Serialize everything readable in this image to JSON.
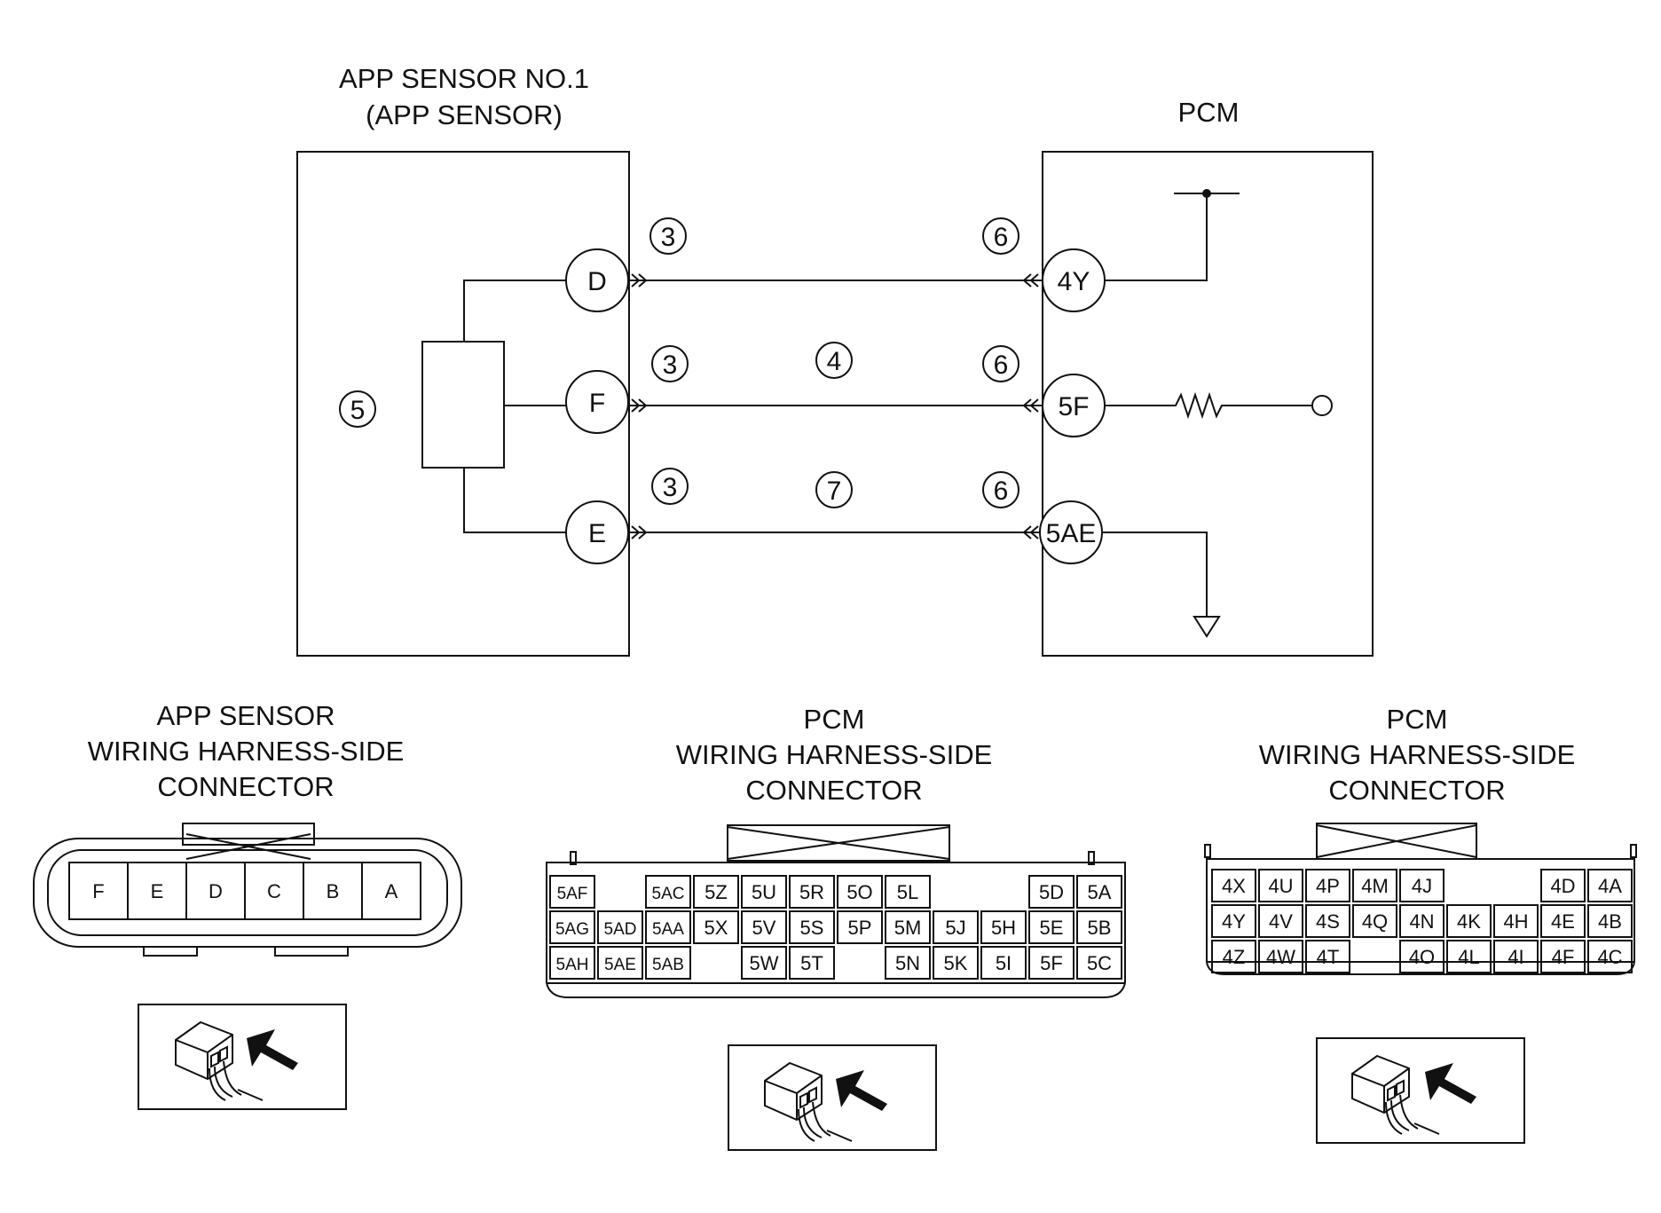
{
  "sensor": {
    "title_line1": "APP SENSOR NO.1",
    "title_line2": "(APP SENSOR)",
    "ref": "5"
  },
  "pcm": {
    "title": "PCM"
  },
  "wires": [
    {
      "sensor_pin": "D",
      "pcm_pin": "4Y",
      "sensor_ref": "3",
      "pcm_ref": "6",
      "mid_ref": ""
    },
    {
      "sensor_pin": "F",
      "pcm_pin": "5F",
      "sensor_ref": "3",
      "pcm_ref": "6",
      "mid_ref": "4"
    },
    {
      "sensor_pin": "E",
      "pcm_pin": "5AE",
      "sensor_ref": "3",
      "pcm_ref": "6",
      "mid_ref": "7"
    }
  ],
  "connectors": {
    "app": {
      "title": [
        "APP SENSOR",
        "WIRING HARNESS-SIDE",
        "CONNECTOR"
      ],
      "pins": [
        "F",
        "E",
        "D",
        "C",
        "B",
        "A"
      ]
    },
    "pcm5": {
      "title": [
        "PCM",
        "WIRING HARNESS-SIDE",
        "CONNECTOR"
      ],
      "rows": [
        [
          "5AF",
          "",
          "5AC",
          "5Z",
          "5U",
          "5R",
          "5O",
          "5L",
          "",
          "",
          "5D",
          "5A"
        ],
        [
          "5AG",
          "5AD",
          "5AA",
          "5X",
          "5V",
          "5S",
          "5P",
          "5M",
          "5J",
          "5H",
          "5E",
          "5B"
        ],
        [
          "5AH",
          "5AE",
          "5AB",
          "",
          "5W",
          "5T",
          "",
          "5N",
          "5K",
          "5I",
          "5F",
          "5C"
        ]
      ]
    },
    "pcm4": {
      "title": [
        "PCM",
        "WIRING HARNESS-SIDE",
        "CONNECTOR"
      ],
      "rows": [
        [
          "4X",
          "4U",
          "4P",
          "4M",
          "4J",
          "",
          "",
          "4D",
          "4A"
        ],
        [
          "4Y",
          "4V",
          "4S",
          "4Q",
          "4N",
          "4K",
          "4H",
          "4E",
          "4B"
        ],
        [
          "4Z",
          "4W",
          "4T",
          "",
          "4O",
          "4L",
          "4I",
          "4F",
          "4C"
        ]
      ]
    }
  },
  "icons": [
    "connector-plug-icon",
    "arrow-icon",
    "resistor-icon",
    "ground-icon"
  ]
}
